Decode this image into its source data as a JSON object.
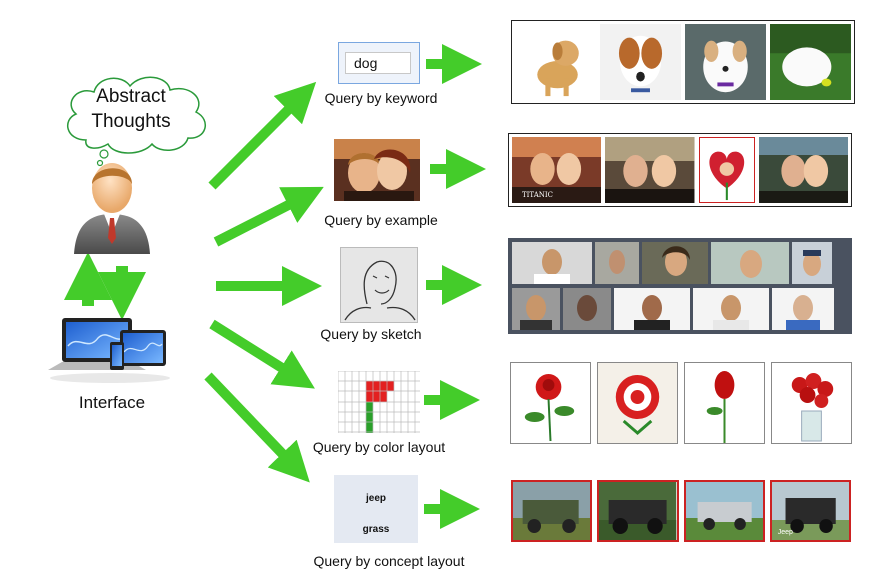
{
  "thought": {
    "line1": "Abstract",
    "line2": "Thoughts"
  },
  "interface_label": "Interface",
  "queries": [
    {
      "caption": "Query by keyword",
      "input_text": "dog"
    },
    {
      "caption": "Query by example"
    },
    {
      "caption": "Query by sketch"
    },
    {
      "caption": "Query by color layout"
    },
    {
      "caption": "Query by concept layout",
      "concept_top": "jeep",
      "concept_bottom": "grass"
    }
  ],
  "example_overlays": {
    "titanic": "TITANIC",
    "jeep": "Jeep"
  },
  "colors": {
    "arrow": "#44cc2a",
    "frame": "#222222",
    "red_frame": "#cc2222"
  }
}
